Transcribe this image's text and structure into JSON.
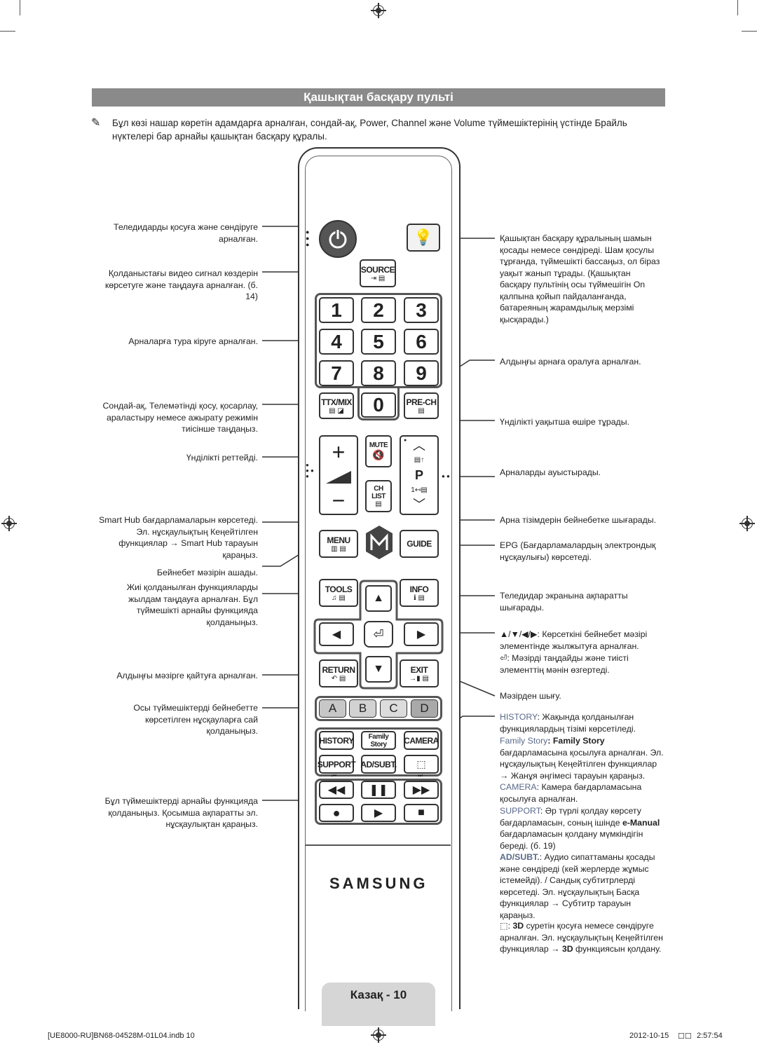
{
  "header": {
    "title": "Қашықтан басқару пульті",
    "note": "Бұл көзі нашар көретін адамдарға арналған, сондай-ақ, Power, Channel және Volume түймешіктерінің үстінде Брайль нүктелері бар арнайы қашықтан басқару құралы."
  },
  "remote": {
    "source_label": "SOURCE",
    "numbers": [
      "1",
      "2",
      "3",
      "4",
      "5",
      "6",
      "7",
      "8",
      "9",
      "0"
    ],
    "ttx_label": "TTX/MIX",
    "prech_label": "PRE-CH",
    "mute_label": "MUTE",
    "chlist_label": "CH LIST",
    "p_label": "P",
    "menu_label": "MENU",
    "guide_label": "GUIDE",
    "tools_label": "TOOLS",
    "info_label": "INFO",
    "return_label": "RETURN",
    "exit_label": "EXIT",
    "color_a": "A",
    "color_b": "B",
    "color_c": "C",
    "color_d": "D",
    "history_label": "HISTORY",
    "family_label": "Family Story",
    "camera_label": "CAMERA",
    "support_label": "SUPPORT",
    "adsubt_label": "AD/SUBT.",
    "brand": "SAMSUNG",
    "colors": {
      "a": "#c7c7c7",
      "b": "#d2d2d2",
      "c": "#dcdcdc",
      "d": "#a9a9a9"
    }
  },
  "left_callouts": {
    "power": "Теледидарды қосуға және сөндіруге арналған.",
    "source": "Қолданыстағы видео сигнал көздерін көрсетуге және таңдауға арналған. (б. 14)",
    "numbers": "Арналарға тура кіруге арналған.",
    "ttx": "Сондай-ақ, Телемәтінді қосу, қосарлау, араластыру немесе ажырату режимін тиісінше таңдаңыз.",
    "volume": "Үнділікті реттейді.",
    "smarthub": "Smart Hub бағдарламаларын көрсетеді. Эл. нұсқаулықтың Кеңейтілген функциялар → Smart Hub тарауын қараңыз.",
    "menu": "Бейнебет мәзірін ашады.",
    "tools": "Жиі қолданылған функцияларды жылдам таңдауға арналған. Бұл түймешікті арнайы функцияда қолданыңыз.",
    "return": "Алдыңғы мәзірге қайтуға арналған.",
    "colors": "Осы түймешіктерді бейнебетте көрсетілген нұсқауларға сай қолданыңыз.",
    "media": "Бұл түймешіктерді арнайы функцияда қолданыңыз. Қосымша ақпаратты эл. нұсқаулықтан қараңыз."
  },
  "right_callouts": {
    "light": "Қашықтан басқару құралының шамын қосады немесе сөндіреді. Шам қосулы тұрғанда, түймешікті бассаңыз, ол біраз уақыт жанып тұрады. (Қашықтан басқару пультінің осы түймешігін On қалпына қойып пайдаланғанда, батареяның жарамдылық мерзімі қысқарады.)",
    "prech": "Алдыңғы арнаға оралуға арналған.",
    "mute": "Үнділікті уақытша өшіре тұрады.",
    "channel": "Арналарды ауыстырады.",
    "chlist": "Арна тізімдерін бейнебетке шығарады.",
    "guide": "EPG (Бағдарламалардың электрондық нұсқаулығы) көрсетеді.",
    "info": "Теледидар экранына ақпаратты шығарады.",
    "arrows_symbols": "▲/▼/◀/▶",
    "arrows": ": Көрсеткіні бейнебет мәзірі элементінде жылжытуға арналған.",
    "enter": ": Мәзірді таңдайды және тиісті элементтің мәнін өзгертеді.",
    "exit": "Мәзірден шығу.",
    "history_term": "HISTORY",
    "history_desc": ": Жақында қолданылған функциялардың тізімі көрсетіледі.",
    "family_term": "Family Story",
    "family_desc_bold": ": Family Story",
    "family_desc": "бағдарламасына қосылуға арналған. Эл. нұсқаулықтың Кеңейтілген функциялар → Жанұя әңгімесі тарауын қараңыз.",
    "camera_term": "CAMERA",
    "camera_desc": ": Камера бағдарламасына қосылуға арналған.",
    "support_term": "SUPPORT",
    "support_desc1": ": Әр түрлі қолдау көрсету бағдарламасын, соның ішінде",
    "support_emanual": "e-Manual",
    "support_desc2": "бағдарламасын қолдану мүмкіндігін береді. (б. 19)",
    "adsubt_term": "AD/SUBT.",
    "adsubt_desc": ": Аудио сипаттаманы қосады және сөндіреді (кей жерлерде жұмыс істемейді). / Сандық субтитрлерді көрсетеді. Эл. нұсқаулықтың Басқа функциялар → Субтитр тарауын қараңыз.",
    "threed_a": ": ",
    "threed_b": "3D",
    "threed_c": " суретін қосуға немесе сөндіруге арналған. Эл. нұсқаулықтың Кеңейтілген функциялар → ",
    "threed_d": "3D",
    "threed_e": " функциясын қолдану."
  },
  "footer": {
    "page_label": "Казақ - 10",
    "file_info": "[UE8000-RU]BN68-04528M-01L04.indb   10",
    "date": "2012-10-15",
    "time": "2:57:54"
  }
}
